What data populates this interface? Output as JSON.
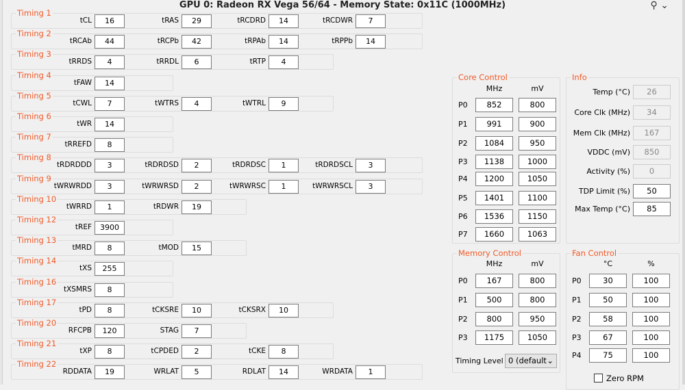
{
  "window": {
    "title": "GPU 0: Radeon RX Vega 56/64 - Memory State: 0x11C (1000MHz)",
    "icons": [
      "pin-icon",
      "chevron-down-icon"
    ]
  },
  "timings": [
    {
      "label": "Timing 1",
      "fields": [
        {
          "name": "tCL",
          "value": "16"
        },
        {
          "name": "tRAS",
          "value": "29"
        },
        {
          "name": "tRCDRD",
          "value": "14"
        },
        {
          "name": "tRCDWR",
          "value": "7"
        }
      ]
    },
    {
      "label": "Timing 2",
      "fields": [
        {
          "name": "tRCAb",
          "value": "44"
        },
        {
          "name": "tRCPb",
          "value": "42"
        },
        {
          "name": "tRPAb",
          "value": "14"
        },
        {
          "name": "tRPPb",
          "value": "14"
        }
      ]
    },
    {
      "label": "Timing 3",
      "fields": [
        {
          "name": "tRRDS",
          "value": "4"
        },
        {
          "name": "tRRDL",
          "value": "6"
        },
        {
          "name": "tRTP",
          "value": "4"
        }
      ]
    },
    {
      "label": "Timing 4",
      "fields": [
        {
          "name": "tFAW",
          "value": "14"
        }
      ]
    },
    {
      "label": "Timing 5",
      "fields": [
        {
          "name": "tCWL",
          "value": "7"
        },
        {
          "name": "tWTRS",
          "value": "4"
        },
        {
          "name": "tWTRL",
          "value": "9"
        }
      ]
    },
    {
      "label": "Timing 6",
      "fields": [
        {
          "name": "tWR",
          "value": "14"
        }
      ]
    },
    {
      "label": "Timing 7",
      "fields": [
        {
          "name": "tRREFD",
          "value": "8"
        }
      ]
    },
    {
      "label": "Timing 8",
      "fields": [
        {
          "name": "tRDRDDD",
          "value": "3"
        },
        {
          "name": "tRDRDSD",
          "value": "2"
        },
        {
          "name": "tRDRDSC",
          "value": "1"
        },
        {
          "name": "tRDRDSCL",
          "value": "3"
        }
      ]
    },
    {
      "label": "Timing 9",
      "fields": [
        {
          "name": "tWRWRDD",
          "value": "3"
        },
        {
          "name": "tWRWRSD",
          "value": "2"
        },
        {
          "name": "tWRWRSC",
          "value": "1"
        },
        {
          "name": "tWRWRSCL",
          "value": "3"
        }
      ]
    },
    {
      "label": "Timing 10",
      "fields": [
        {
          "name": "tWRRD",
          "value": "1"
        },
        {
          "name": "tRDWR",
          "value": "19"
        }
      ]
    },
    {
      "label": "Timing 12",
      "fields": [
        {
          "name": "tREF",
          "value": "3900"
        }
      ]
    },
    {
      "label": "Timing 13",
      "fields": [
        {
          "name": "tMRD",
          "value": "8"
        },
        {
          "name": "tMOD",
          "value": "15"
        }
      ]
    },
    {
      "label": "Timing 14",
      "fields": [
        {
          "name": "tXS",
          "value": "255"
        }
      ]
    },
    {
      "label": "Timing 16",
      "fields": [
        {
          "name": "tXSMRS",
          "value": "8"
        }
      ]
    },
    {
      "label": "Timing 17",
      "fields": [
        {
          "name": "tPD",
          "value": "8"
        },
        {
          "name": "tCKSRE",
          "value": "10"
        },
        {
          "name": "tCKSRX",
          "value": "10"
        }
      ]
    },
    {
      "label": "Timing 20",
      "fields": [
        {
          "name": "RFCPB",
          "value": "120"
        },
        {
          "name": "STAG",
          "value": "7"
        }
      ]
    },
    {
      "label": "Timing 21",
      "fields": [
        {
          "name": "tXP",
          "value": "8"
        },
        {
          "name": "tCPDED",
          "value": "2"
        },
        {
          "name": "tCKE",
          "value": "8"
        }
      ]
    },
    {
      "label": "Timing 22",
      "fields": [
        {
          "name": "RDDATA",
          "value": "19"
        },
        {
          "name": "WRLAT",
          "value": "5"
        },
        {
          "name": "RDLAT",
          "value": "14"
        },
        {
          "name": "WRDATA",
          "value": "1"
        }
      ]
    }
  ],
  "core_control": {
    "label": "Core Control",
    "col1": "MHz",
    "col2": "mV",
    "rows": [
      {
        "p": "P0",
        "mhz": "852",
        "mv": "800"
      },
      {
        "p": "P1",
        "mhz": "991",
        "mv": "900"
      },
      {
        "p": "P2",
        "mhz": "1084",
        "mv": "950"
      },
      {
        "p": "P3",
        "mhz": "1138",
        "mv": "1000"
      },
      {
        "p": "P4",
        "mhz": "1200",
        "mv": "1050"
      },
      {
        "p": "P5",
        "mhz": "1401",
        "mv": "1100"
      },
      {
        "p": "P6",
        "mhz": "1536",
        "mv": "1150"
      },
      {
        "p": "P7",
        "mhz": "1660",
        "mv": "1063"
      }
    ]
  },
  "info": {
    "label": "Info",
    "rows": [
      {
        "label": "Temp (°C)",
        "value": "26",
        "readonly": true
      },
      {
        "label": "Core Clk (MHz)",
        "value": "34",
        "readonly": true
      },
      {
        "label": "Mem Clk (MHz)",
        "value": "167",
        "readonly": true
      },
      {
        "label": "VDDC (mV)",
        "value": "850",
        "readonly": true
      },
      {
        "label": "Activity (%)",
        "value": "0",
        "readonly": true
      },
      {
        "label": "TDP Limit (%)",
        "value": "50",
        "readonly": false
      },
      {
        "label": "Max Temp (°C)",
        "value": "85",
        "readonly": false
      }
    ]
  },
  "memory_control": {
    "label": "Memory Control",
    "col1": "MHz",
    "col2": "mV",
    "rows": [
      {
        "p": "P0",
        "mhz": "167",
        "mv": "800"
      },
      {
        "p": "P1",
        "mhz": "500",
        "mv": "800"
      },
      {
        "p": "P2",
        "mhz": "800",
        "mv": "950"
      },
      {
        "p": "P3",
        "mhz": "1175",
        "mv": "1050"
      }
    ],
    "timing_level_label": "Timing Level",
    "timing_level_value": "0 (default"
  },
  "fan_control": {
    "label": "Fan Control",
    "col1": "°C",
    "col2": "%",
    "rows": [
      {
        "p": "P0",
        "t": "30",
        "pct": "100"
      },
      {
        "p": "P1",
        "t": "50",
        "pct": "100"
      },
      {
        "p": "P2",
        "t": "58",
        "pct": "100"
      },
      {
        "p": "P3",
        "t": "67",
        "pct": "100"
      },
      {
        "p": "P4",
        "t": "75",
        "pct": "100"
      }
    ],
    "zero_rpm_label": "Zero RPM",
    "zero_rpm_checked": false
  }
}
